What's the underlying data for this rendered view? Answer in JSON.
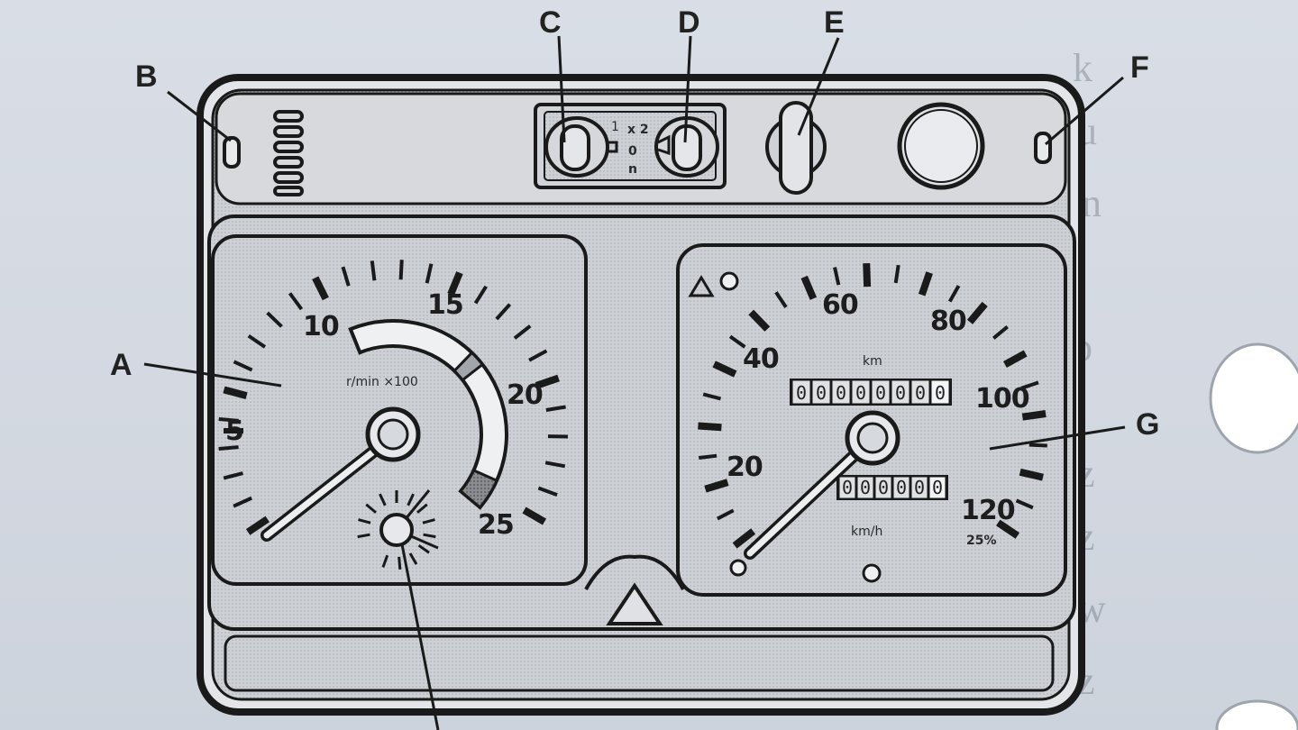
{
  "callouts": {
    "A": "A",
    "B": "B",
    "C": "C",
    "D": "D",
    "E": "E",
    "F": "F",
    "G": "G"
  },
  "tachometer": {
    "unit_label": "r/min ×100",
    "scale_labels": [
      "5",
      "10",
      "15",
      "20",
      "25"
    ],
    "needle_value": 1
  },
  "speedometer": {
    "scale_labels": [
      "20",
      "40",
      "60",
      "80",
      "100",
      "120"
    ],
    "odometer_unit": "km",
    "odometer_digits": [
      "0",
      "0",
      "0",
      "0",
      "0",
      "0",
      "0",
      "0"
    ],
    "trip_digits": [
      "0",
      "0",
      "0",
      "0",
      "0",
      "0"
    ],
    "speed_unit": "km/h",
    "gradient_label": "25%",
    "needle_value": 2
  },
  "switch_panel": {
    "left_marks": "1",
    "center_top": "x 2",
    "center_mid": "0",
    "center_bottom": "n"
  },
  "icons": {
    "warning": "warning-triangle-icon",
    "hazard": "hazard-triangle-icon"
  },
  "colors": {
    "line": "#1a1a1a",
    "face": "#c9ccd1",
    "panel": "#d6d8dc",
    "zone_dark": "#7a7c80"
  }
}
